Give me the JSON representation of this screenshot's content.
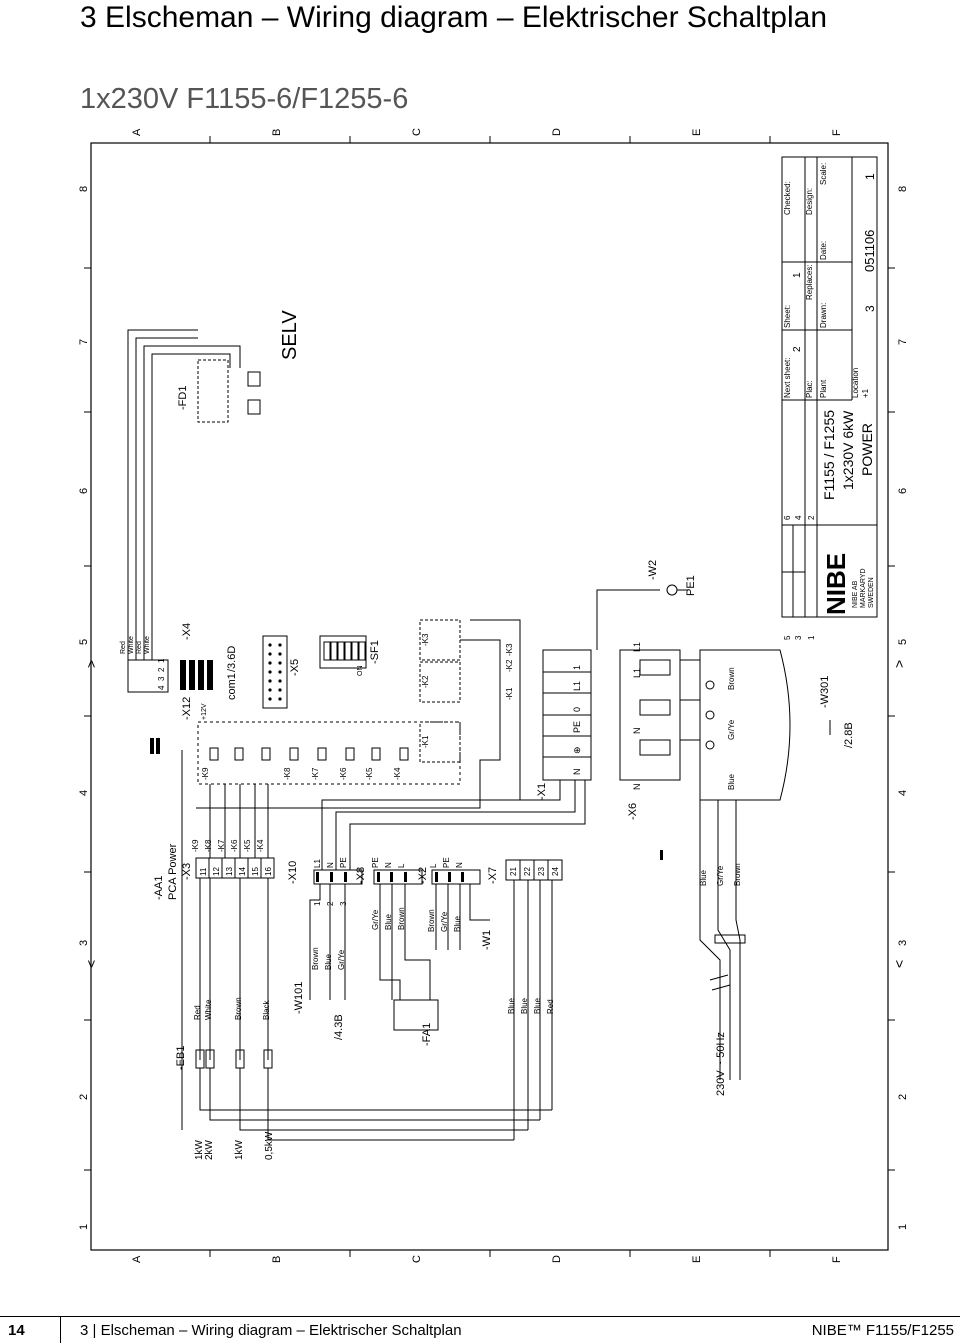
{
  "header": {
    "title": "3  Elscheman – Wiring diagram – Elektrischer Schaltplan",
    "subtitle": "1x230V F1155-6/F1255-6"
  },
  "frame": {
    "columns": [
      "A",
      "B",
      "C",
      "D",
      "E",
      "F"
    ],
    "rows": [
      "8",
      "7",
      "6",
      "5",
      "4",
      "3",
      "2",
      "1"
    ]
  },
  "title_block": {
    "revisions": [
      "5",
      "3",
      "1",
      "6",
      "4",
      "2"
    ],
    "next_sheet_label": "Next sheet:",
    "next_sheet_value": "2",
    "sheet_label": "Sheet:",
    "sheet_value": "1",
    "checked_label": "Checked:",
    "plac_label": "Plac:",
    "replaces_label": "Replaces:",
    "design_label": "Design:",
    "plant_label": "Plant",
    "drawn_label": "Drawn:",
    "date_label": "Date:",
    "scale_label": "Scale:",
    "location_label": "Location",
    "location_value": "+1",
    "drawn_value": "3",
    "date_value": "051106",
    "scale_value": "1",
    "product_line1": "F1155 / F1255",
    "product_line2": "1x230V 6kW",
    "product_line3": "POWER",
    "company_logo": "NIBE",
    "company_line1": "NIBE AB",
    "company_line2": "MARKARYD",
    "company_line3": "SWEDEN"
  },
  "components": {
    "fd1": "-FD1",
    "selv": "SELV",
    "x12": "-X12",
    "x4": "-X4",
    "plus12v": "+12V",
    "com1": "com1",
    "ref_360": "/3.6D",
    "x5": "-X5",
    "sf1": "-SF1",
    "on": "ON",
    "k1": "-K1",
    "k2": "-K2",
    "k3": "-K3",
    "x1": "-X1",
    "x6": "-X6",
    "w2": "-W2",
    "pe1": "PE1",
    "w301": "-W301",
    "ref_2b": "/2.8B",
    "aa1": "-AA1",
    "pca": "PCA Power",
    "x3": "-X3",
    "x10": "-X10",
    "x8": "-X8",
    "x2": "-X2",
    "x7": "-X7",
    "w1": "-W1",
    "w101": "-W101",
    "ref_43b": "/4.3B",
    "fa1": "-FA1",
    "eb1": "-EB1",
    "supply": "230V ~ 50Hz"
  },
  "relay_labels": [
    "-K9",
    "-K8",
    "-K7",
    "-K6",
    "-K5",
    "-K4"
  ],
  "x3_terminals": [
    "11",
    "12",
    "13",
    "14",
    "15",
    "16"
  ],
  "x7_terminals": [
    "21",
    "22",
    "23",
    "24"
  ],
  "x1_terminals": [
    "N",
    "⊕",
    "PE",
    "0",
    "L1",
    "1"
  ],
  "x6_terminals": [
    "N",
    "N",
    "L1"
  ],
  "heater_powers": [
    "1kW",
    "2kW",
    "1kW",
    "0,5kW"
  ],
  "heater_wire_colors": [
    "Red",
    "White",
    "Brown",
    "Black"
  ],
  "x4_wire_colors": [
    "Red",
    "White",
    "Red",
    "White"
  ],
  "x4_pins": [
    "4",
    "3",
    "2",
    "1"
  ],
  "x10_terminals": [
    "L1",
    "N",
    "PE"
  ],
  "x10_pins": [
    "1",
    "2",
    "3"
  ],
  "w101_colors": [
    "Brown",
    "Blue",
    "Gr/Ye"
  ],
  "x8_terminals": [
    "PE",
    "N",
    "L"
  ],
  "x8_colors": [
    "Gr/Ye",
    "Blue",
    "Brown"
  ],
  "x2_terminals": [
    "L",
    "PE",
    "N"
  ],
  "x2_colors": [
    "Brown",
    "Gr/Ye",
    "Blue"
  ],
  "x7_colors": [
    "Blue",
    "Blue",
    "Blue",
    "Red"
  ],
  "supply_colors": [
    "Blue",
    "Gr/Ye",
    "Brown"
  ],
  "x6_colors": [
    "Blue",
    "Gr/Ye",
    "Brown"
  ],
  "footer": {
    "page_number": "14",
    "section": "3 | Elscheman – Wiring diagram – Elektrischer Schaltplan",
    "brand": "NIBE™ F1155/F1255"
  }
}
